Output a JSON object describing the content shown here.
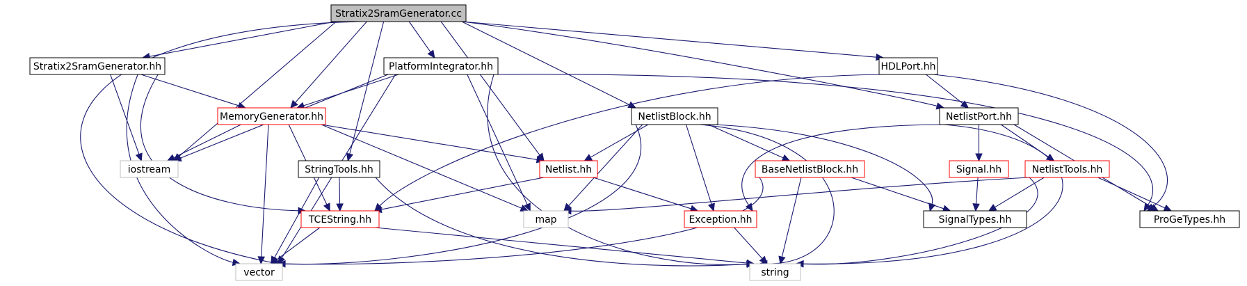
{
  "colors": {
    "root_fill": "#bfbfbf",
    "root_stroke": "#000000",
    "normal_stroke": "#000000",
    "red_stroke": "#ff0000",
    "system_stroke": "#bfbfbf",
    "edge": "#191970",
    "background": "#ffffff"
  },
  "nodes": [
    {
      "id": "root",
      "label": "Stratix2SramGenerator.cc",
      "kind": "root"
    },
    {
      "id": "s2hh",
      "label": "Stratix2SramGenerator.hh",
      "kind": "normal"
    },
    {
      "id": "pihh",
      "label": "PlatformIntegrator.hh",
      "kind": "normal"
    },
    {
      "id": "hdl",
      "label": "HDLPort.hh",
      "kind": "normal"
    },
    {
      "id": "mem",
      "label": "MemoryGenerator.hh",
      "kind": "red"
    },
    {
      "id": "nlb",
      "label": "NetlistBlock.hh",
      "kind": "normal"
    },
    {
      "id": "nlp",
      "label": "NetlistPort.hh",
      "kind": "normal"
    },
    {
      "id": "ios",
      "label": "iostream",
      "kind": "system"
    },
    {
      "id": "st",
      "label": "StringTools.hh",
      "kind": "normal"
    },
    {
      "id": "nl",
      "label": "Netlist.hh",
      "kind": "red"
    },
    {
      "id": "bnl",
      "label": "BaseNetlistBlock.hh",
      "kind": "red"
    },
    {
      "id": "sig",
      "label": "Signal.hh",
      "kind": "red"
    },
    {
      "id": "nlt",
      "label": "NetlistTools.hh",
      "kind": "red"
    },
    {
      "id": "tce",
      "label": "TCEString.hh",
      "kind": "red"
    },
    {
      "id": "map",
      "label": "map",
      "kind": "system"
    },
    {
      "id": "exc",
      "label": "Exception.hh",
      "kind": "red"
    },
    {
      "id": "stt",
      "label": "SignalTypes.hh",
      "kind": "normal"
    },
    {
      "id": "pgt",
      "label": "ProGeTypes.hh",
      "kind": "normal"
    },
    {
      "id": "vec",
      "label": "vector",
      "kind": "system"
    },
    {
      "id": "str",
      "label": "string",
      "kind": "system"
    }
  ],
  "edges": [
    {
      "from": "root",
      "to": "s2hh"
    },
    {
      "from": "root",
      "to": "pihh"
    },
    {
      "from": "root",
      "to": "hdl"
    },
    {
      "from": "root",
      "to": "mem"
    },
    {
      "from": "root",
      "to": "ios"
    },
    {
      "from": "root",
      "to": "st"
    },
    {
      "from": "root",
      "to": "nl"
    },
    {
      "from": "root",
      "to": "nlb"
    },
    {
      "from": "root",
      "to": "nlp"
    },
    {
      "from": "root",
      "to": "vec"
    },
    {
      "from": "s2hh",
      "to": "mem"
    },
    {
      "from": "s2hh",
      "to": "ios"
    },
    {
      "from": "s2hh",
      "to": "tce"
    },
    {
      "from": "s2hh",
      "to": "vec"
    },
    {
      "from": "pihh",
      "to": "mem"
    },
    {
      "from": "pihh",
      "to": "ios"
    },
    {
      "from": "pihh",
      "to": "vec"
    },
    {
      "from": "pihh",
      "to": "map"
    },
    {
      "from": "pihh",
      "to": "str"
    },
    {
      "from": "pihh",
      "to": "pgt"
    },
    {
      "from": "hdl",
      "to": "nlp"
    },
    {
      "from": "hdl",
      "to": "tce"
    },
    {
      "from": "hdl",
      "to": "pgt"
    },
    {
      "from": "mem",
      "to": "ios"
    },
    {
      "from": "mem",
      "to": "nl"
    },
    {
      "from": "mem",
      "to": "tce"
    },
    {
      "from": "mem",
      "to": "vec"
    },
    {
      "from": "mem",
      "to": "map"
    },
    {
      "from": "st",
      "to": "tce"
    },
    {
      "from": "st",
      "to": "vec"
    },
    {
      "from": "st",
      "to": "str"
    },
    {
      "from": "nl",
      "to": "tce"
    },
    {
      "from": "nl",
      "to": "exc"
    },
    {
      "from": "nlb",
      "to": "nl"
    },
    {
      "from": "nlb",
      "to": "bnl"
    },
    {
      "from": "nlb",
      "to": "exc"
    },
    {
      "from": "nlb",
      "to": "map"
    },
    {
      "from": "nlb",
      "to": "vec"
    },
    {
      "from": "nlb",
      "to": "str"
    },
    {
      "from": "nlb",
      "to": "stt"
    },
    {
      "from": "nlp",
      "to": "sig"
    },
    {
      "from": "nlp",
      "to": "nlt"
    },
    {
      "from": "nlp",
      "to": "exc"
    },
    {
      "from": "nlp",
      "to": "pgt"
    },
    {
      "from": "nlp",
      "to": "str"
    },
    {
      "from": "bnl",
      "to": "stt"
    },
    {
      "from": "bnl",
      "to": "str"
    },
    {
      "from": "bnl",
      "to": "vec"
    },
    {
      "from": "sig",
      "to": "stt"
    },
    {
      "from": "nlt",
      "to": "stt"
    },
    {
      "from": "nlt",
      "to": "pgt"
    },
    {
      "from": "nlt",
      "to": "map"
    },
    {
      "from": "nlt",
      "to": "str"
    },
    {
      "from": "tce",
      "to": "vec"
    },
    {
      "from": "tce",
      "to": "str"
    },
    {
      "from": "exc",
      "to": "str"
    }
  ]
}
